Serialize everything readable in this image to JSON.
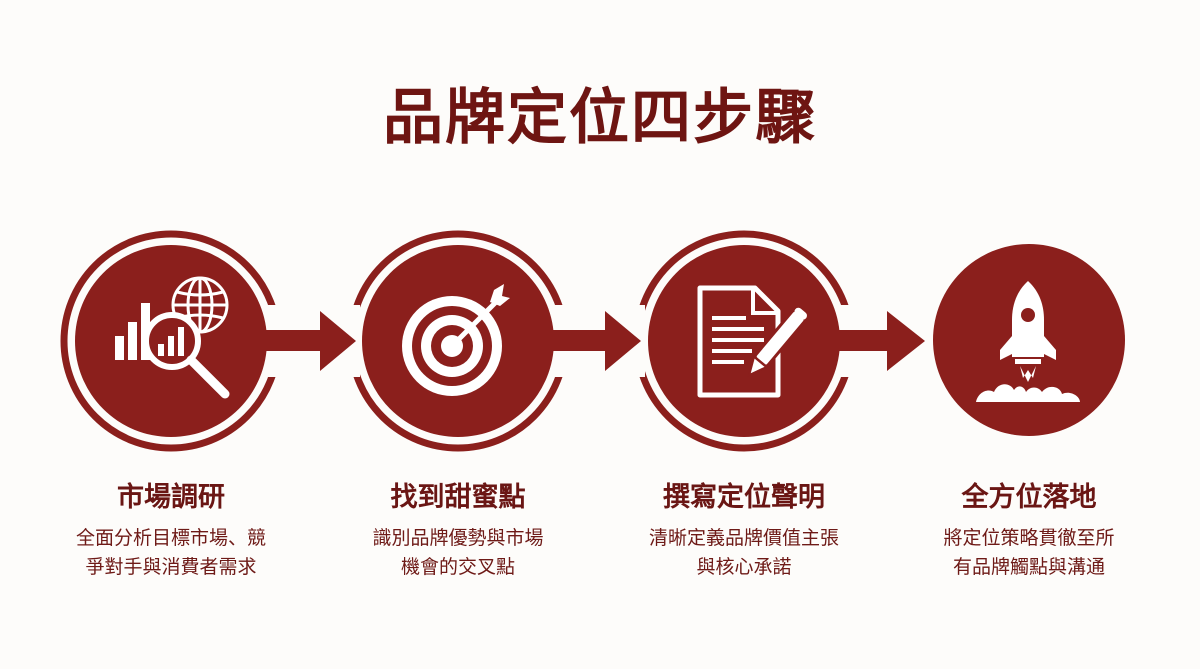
{
  "title": "品牌定位四步驟",
  "colors": {
    "primary": "#8b1f1c",
    "text": "#6e1512",
    "background": "#fdfcfa",
    "icon": "#ffffff"
  },
  "steps": [
    {
      "title": "市場調研",
      "desc_line1": "全面分析目標市場、競",
      "desc_line2": "爭對手與消費者需求",
      "icon": "chart-magnifier-globe-icon"
    },
    {
      "title": "找到甜蜜點",
      "desc_line1": "識別品牌優勢與市場",
      "desc_line2": "機會的交叉點",
      "icon": "target-arrow-icon"
    },
    {
      "title": "撰寫定位聲明",
      "desc_line1": "清晰定義品牌價值主張",
      "desc_line2": "與核心承諾",
      "icon": "document-pen-icon"
    },
    {
      "title": "全方位落地",
      "desc_line1": "將定位策略貫徹至所",
      "desc_line2": "有品牌觸點與溝通",
      "icon": "rocket-launch-icon"
    }
  ]
}
